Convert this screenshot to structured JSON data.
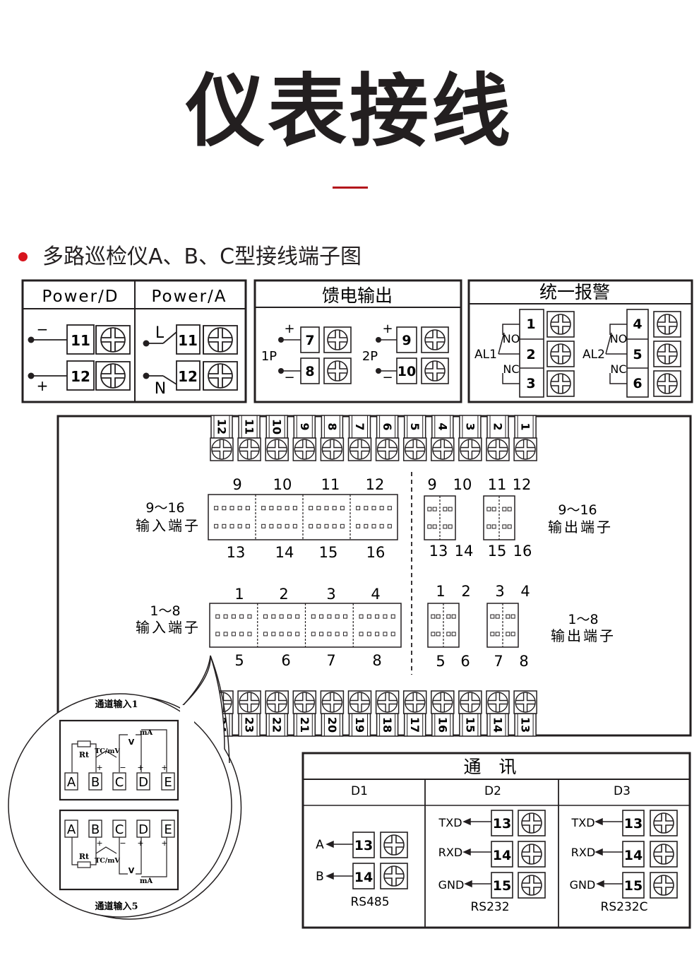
{
  "header": {
    "title": "仪表接线",
    "subtitle": "多路巡检仪A、B、C型接线端子图",
    "accent_color": "#b3131b",
    "bullet_color": "#d7141d"
  },
  "power": {
    "d_label": "Power/D",
    "a_label": "Power/A",
    "d_minus": "−",
    "d_plus": "+",
    "a_l": "L",
    "a_n": "N",
    "t11": "11",
    "t12": "12"
  },
  "feed": {
    "title": "馈电输出",
    "p1": "1P",
    "p2": "2P",
    "plus": "+",
    "minus": "−",
    "t7": "7",
    "t8": "8",
    "t9": "9",
    "t10": "10"
  },
  "alarm": {
    "title": "统一报警",
    "al1": "AL1",
    "al2": "AL2",
    "no": "NO",
    "nc": "NC",
    "t1": "1",
    "t2": "2",
    "t3": "3",
    "t4": "4",
    "t5": "5",
    "t6": "6"
  },
  "main": {
    "top_row": [
      "12",
      "11",
      "10",
      "9",
      "8",
      "7",
      "6",
      "5",
      "4",
      "3",
      "2",
      "1"
    ],
    "bottom_row": [
      "24",
      "23",
      "22",
      "21",
      "20",
      "19",
      "18",
      "17",
      "16",
      "15",
      "14",
      "13"
    ],
    "in_9_16": {
      "range": "9～16",
      "name": "输入端子",
      "top": [
        "9",
        "10",
        "11",
        "12"
      ],
      "bottom": [
        "13",
        "14",
        "15",
        "16"
      ]
    },
    "out_9_16": {
      "range": "9～16",
      "name": "输出端子",
      "top": [
        "9",
        "10",
        "11",
        "12"
      ],
      "bottom": [
        "13",
        "14",
        "15",
        "16"
      ]
    },
    "in_1_8": {
      "range": "1～8",
      "name": "输入端子",
      "top": [
        "1",
        "2",
        "3",
        "4"
      ],
      "bottom": [
        "5",
        "6",
        "7",
        "8"
      ]
    },
    "out_1_8": {
      "range": "1～8",
      "name": "输出端子",
      "top": [
        "1",
        "2",
        "3",
        "4"
      ],
      "bottom": [
        "5",
        "6",
        "7",
        "8"
      ]
    }
  },
  "callout": {
    "ch1_title": "通道输入1",
    "ch5_title": "通道输入5",
    "rt": "Rt",
    "tc": "TC/mV",
    "v": "V",
    "ma": "mA",
    "plus": "+",
    "minus": "−",
    "abcde": [
      "A",
      "B",
      "C",
      "D",
      "E"
    ]
  },
  "comm": {
    "title": "通　讯",
    "d1": "D1",
    "d2": "D2",
    "d3": "D3",
    "a": "A",
    "b": "B",
    "txd": "TXD",
    "rxd": "RXD",
    "gnd": "GND",
    "t13": "13",
    "t14": "14",
    "t15": "15",
    "rs485": "RS485",
    "rs232": "RS232",
    "rs232c": "RS232C"
  }
}
